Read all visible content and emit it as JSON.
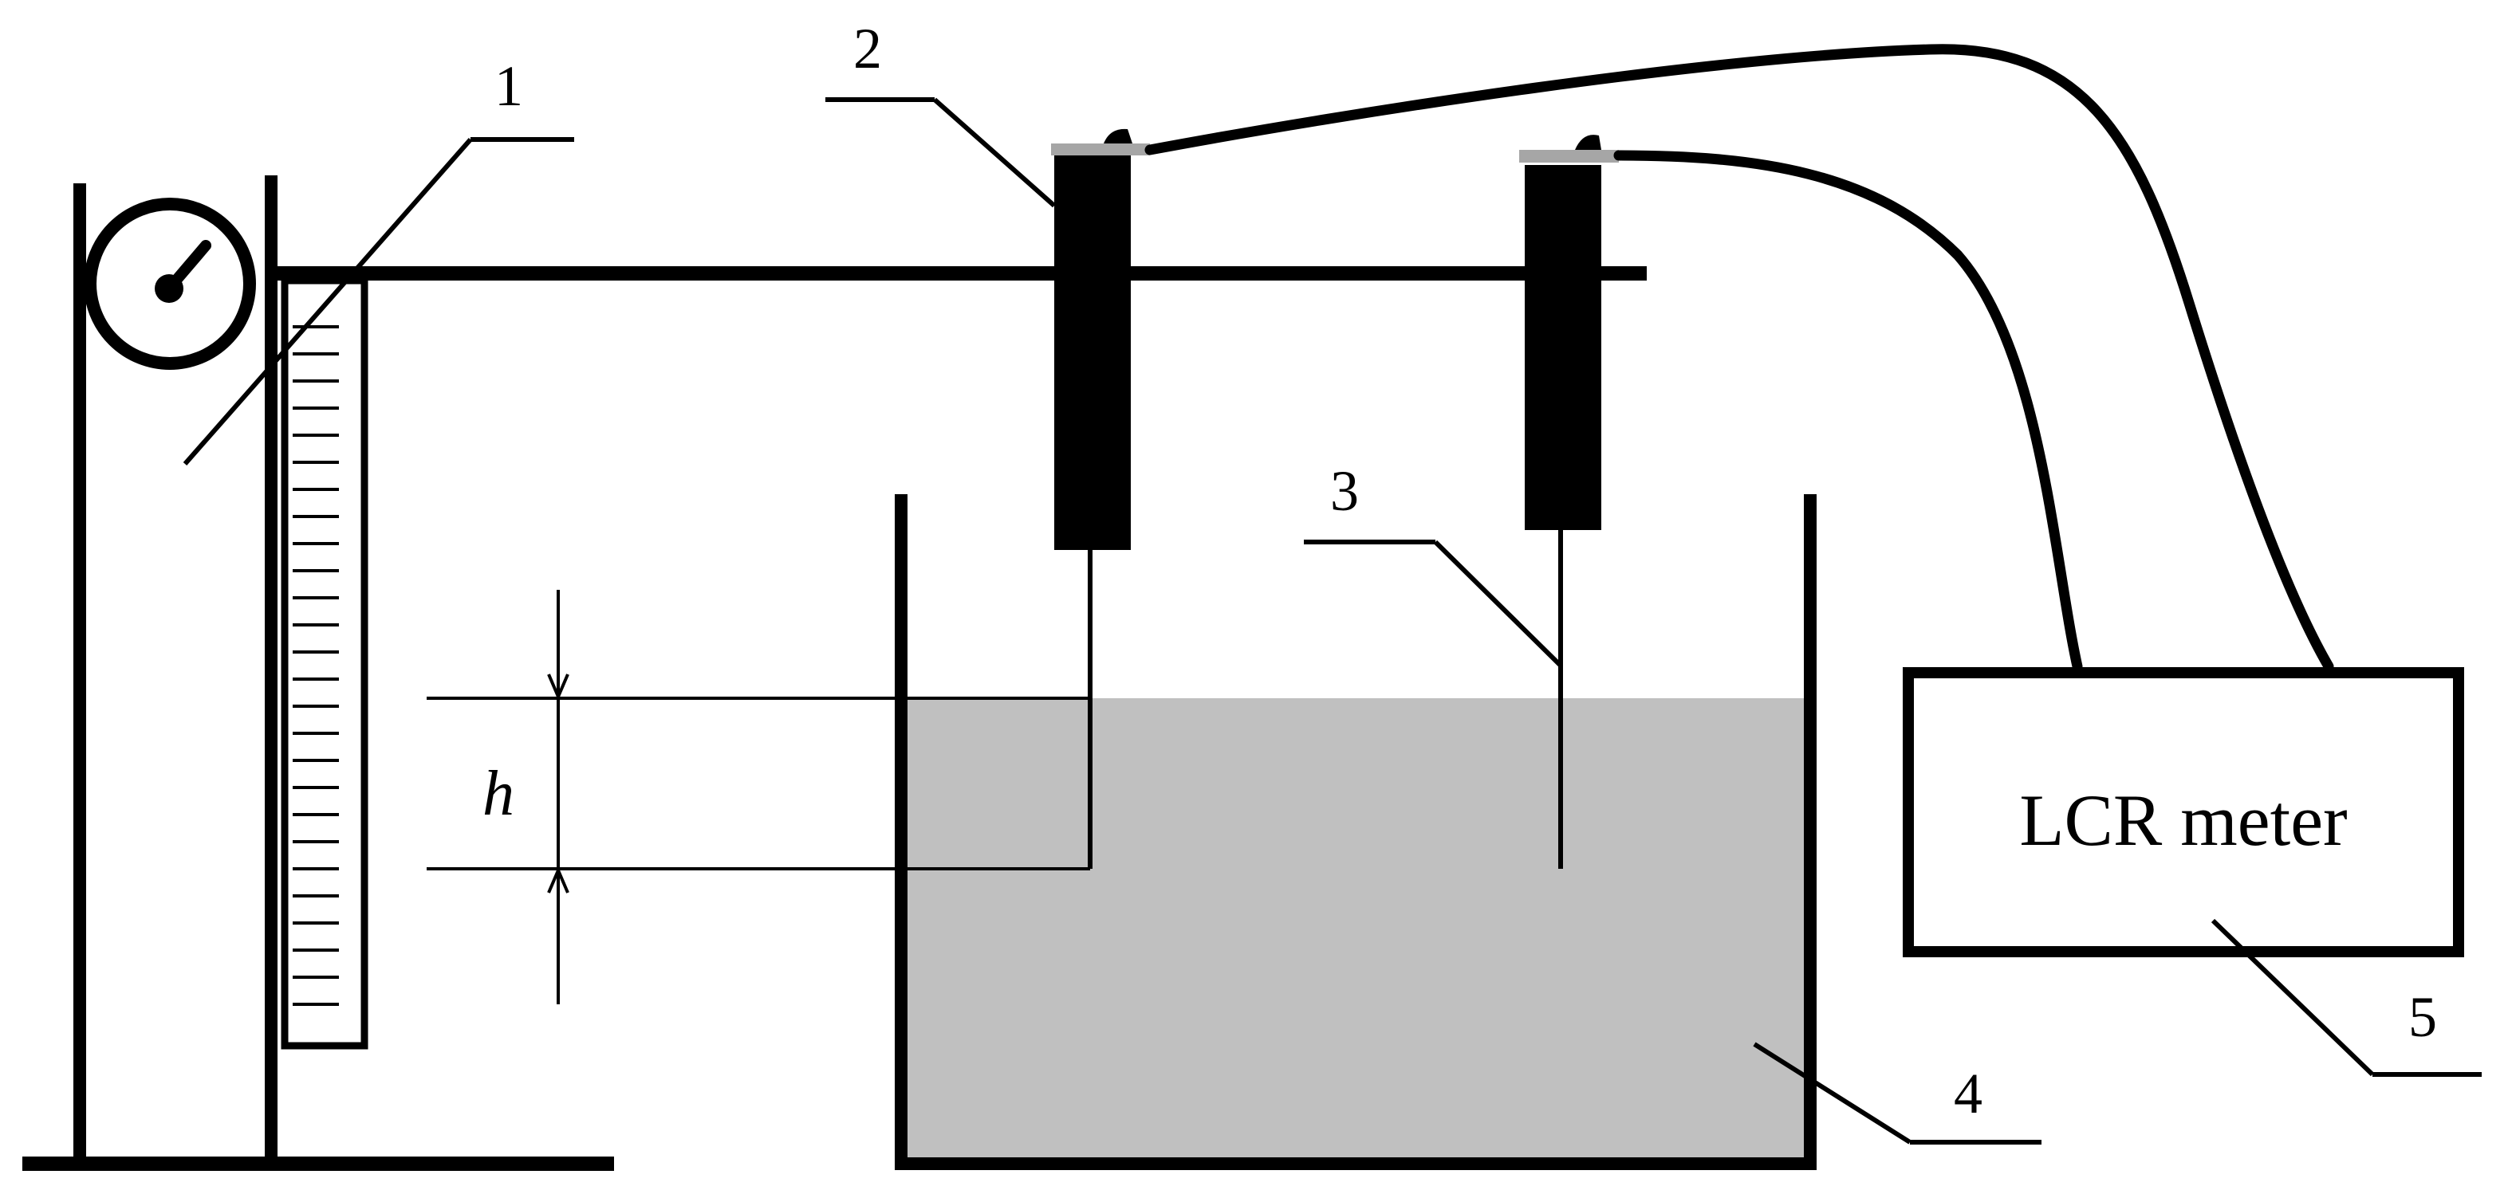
{
  "labels": {
    "callout_1": "1",
    "callout_2": "2",
    "callout_3": "3",
    "callout_4": "4",
    "callout_5": "5",
    "depth": "h",
    "meter": "LCR meter"
  },
  "colors": {
    "ink": "#000000",
    "liquid": "#c0c0c0",
    "clamp": "#a6a6a6",
    "background": "#ffffff"
  }
}
